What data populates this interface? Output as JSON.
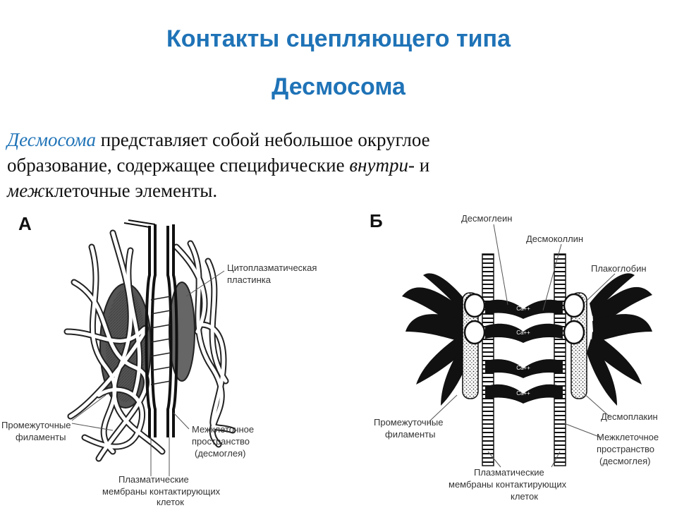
{
  "title": "Контакты сцепляющего типа",
  "subtitle": "Десмосома",
  "paragraph": {
    "l1_kw": "Десмосома",
    "l1_rest": " представляет собой небольшое округлое",
    "l2_pre": "образование, содержащее специфические ",
    "l2_it": "внутри",
    "l2_post": "- и",
    "l3_it": "меж",
    "l3_post": "клеточные элементы."
  },
  "diagram_a": {
    "letter": "А",
    "label_plate_1": "Цитоплазматическая",
    "label_plate_2": "пластинка",
    "label_filaments_1": "Промежуточные",
    "label_filaments_2": "филаменты",
    "label_space_1": "Межклеточное",
    "label_space_2": "пространство",
    "label_space_3": "(десмоглея)",
    "label_membranes_1": "Плазматические",
    "label_membranes_2": "мембраны контактирующих",
    "label_membranes_3": "клеток"
  },
  "diagram_b": {
    "letter": "Б",
    "label_desmoglein": "Десмоглеин",
    "label_desmocollin": "Десмоколлин",
    "label_plakoglobin": "Плакоглобин",
    "label_desmoplakin": "Десмоплакин",
    "label_filaments_1": "Промежуточные",
    "label_filaments_2": "филаменты",
    "label_space_1": "Межклеточное",
    "label_space_2": "пространство",
    "label_space_3": "(десмоглея)",
    "label_membranes_1": "Плазматические",
    "label_membranes_2": "мембраны контактирующих",
    "label_membranes_3": "клеток",
    "ca_label": "Ca++"
  }
}
